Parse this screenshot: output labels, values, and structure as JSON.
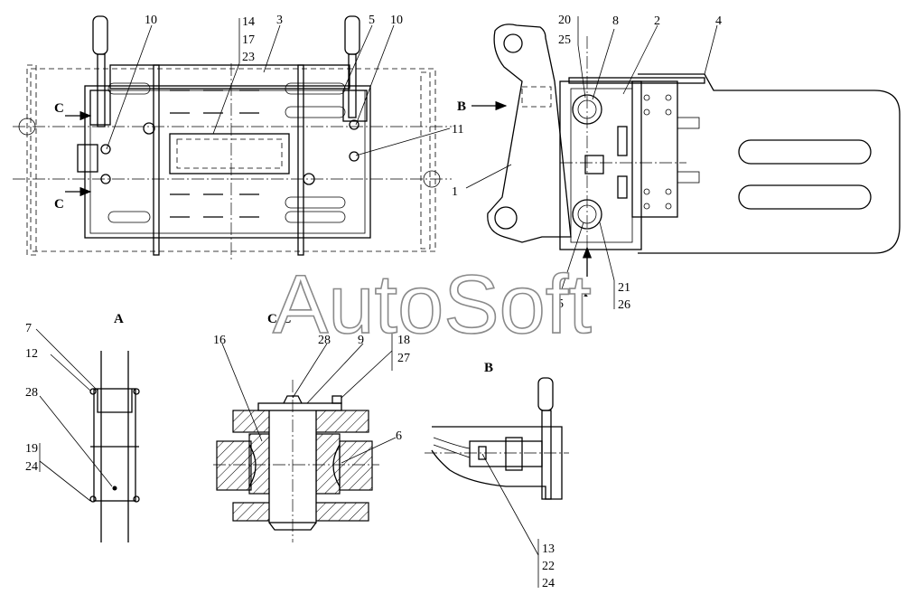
{
  "watermark": "AutoSoft",
  "view_titles": {
    "a": "A",
    "cc": "C-C",
    "b": "B"
  },
  "arrow_labels": {
    "c_top": "C",
    "c_bottom": "C",
    "b": "B",
    "a": "A"
  },
  "callouts": {
    "c1": "1",
    "c2": "2",
    "c3": "3",
    "c4": "4",
    "c5": "5",
    "c6": "6",
    "c7": "7",
    "c8": "8",
    "c9": "9",
    "c10a": "10",
    "c10b": "10",
    "c11": "11",
    "c12": "12",
    "c15": "15",
    "c16": "16",
    "g14": [
      "14",
      "17",
      "23"
    ],
    "g20": [
      "20",
      "25"
    ],
    "g21": [
      "21",
      "26"
    ],
    "g18": [
      "18",
      "27"
    ],
    "g19": [
      "19",
      "24"
    ],
    "g13": [
      "13",
      "22",
      "24"
    ],
    "c28a": "28",
    "c28b": "28"
  },
  "colors": {
    "line": "#000000",
    "watermark_stroke": "#8a8a8a",
    "background": "#ffffff"
  }
}
